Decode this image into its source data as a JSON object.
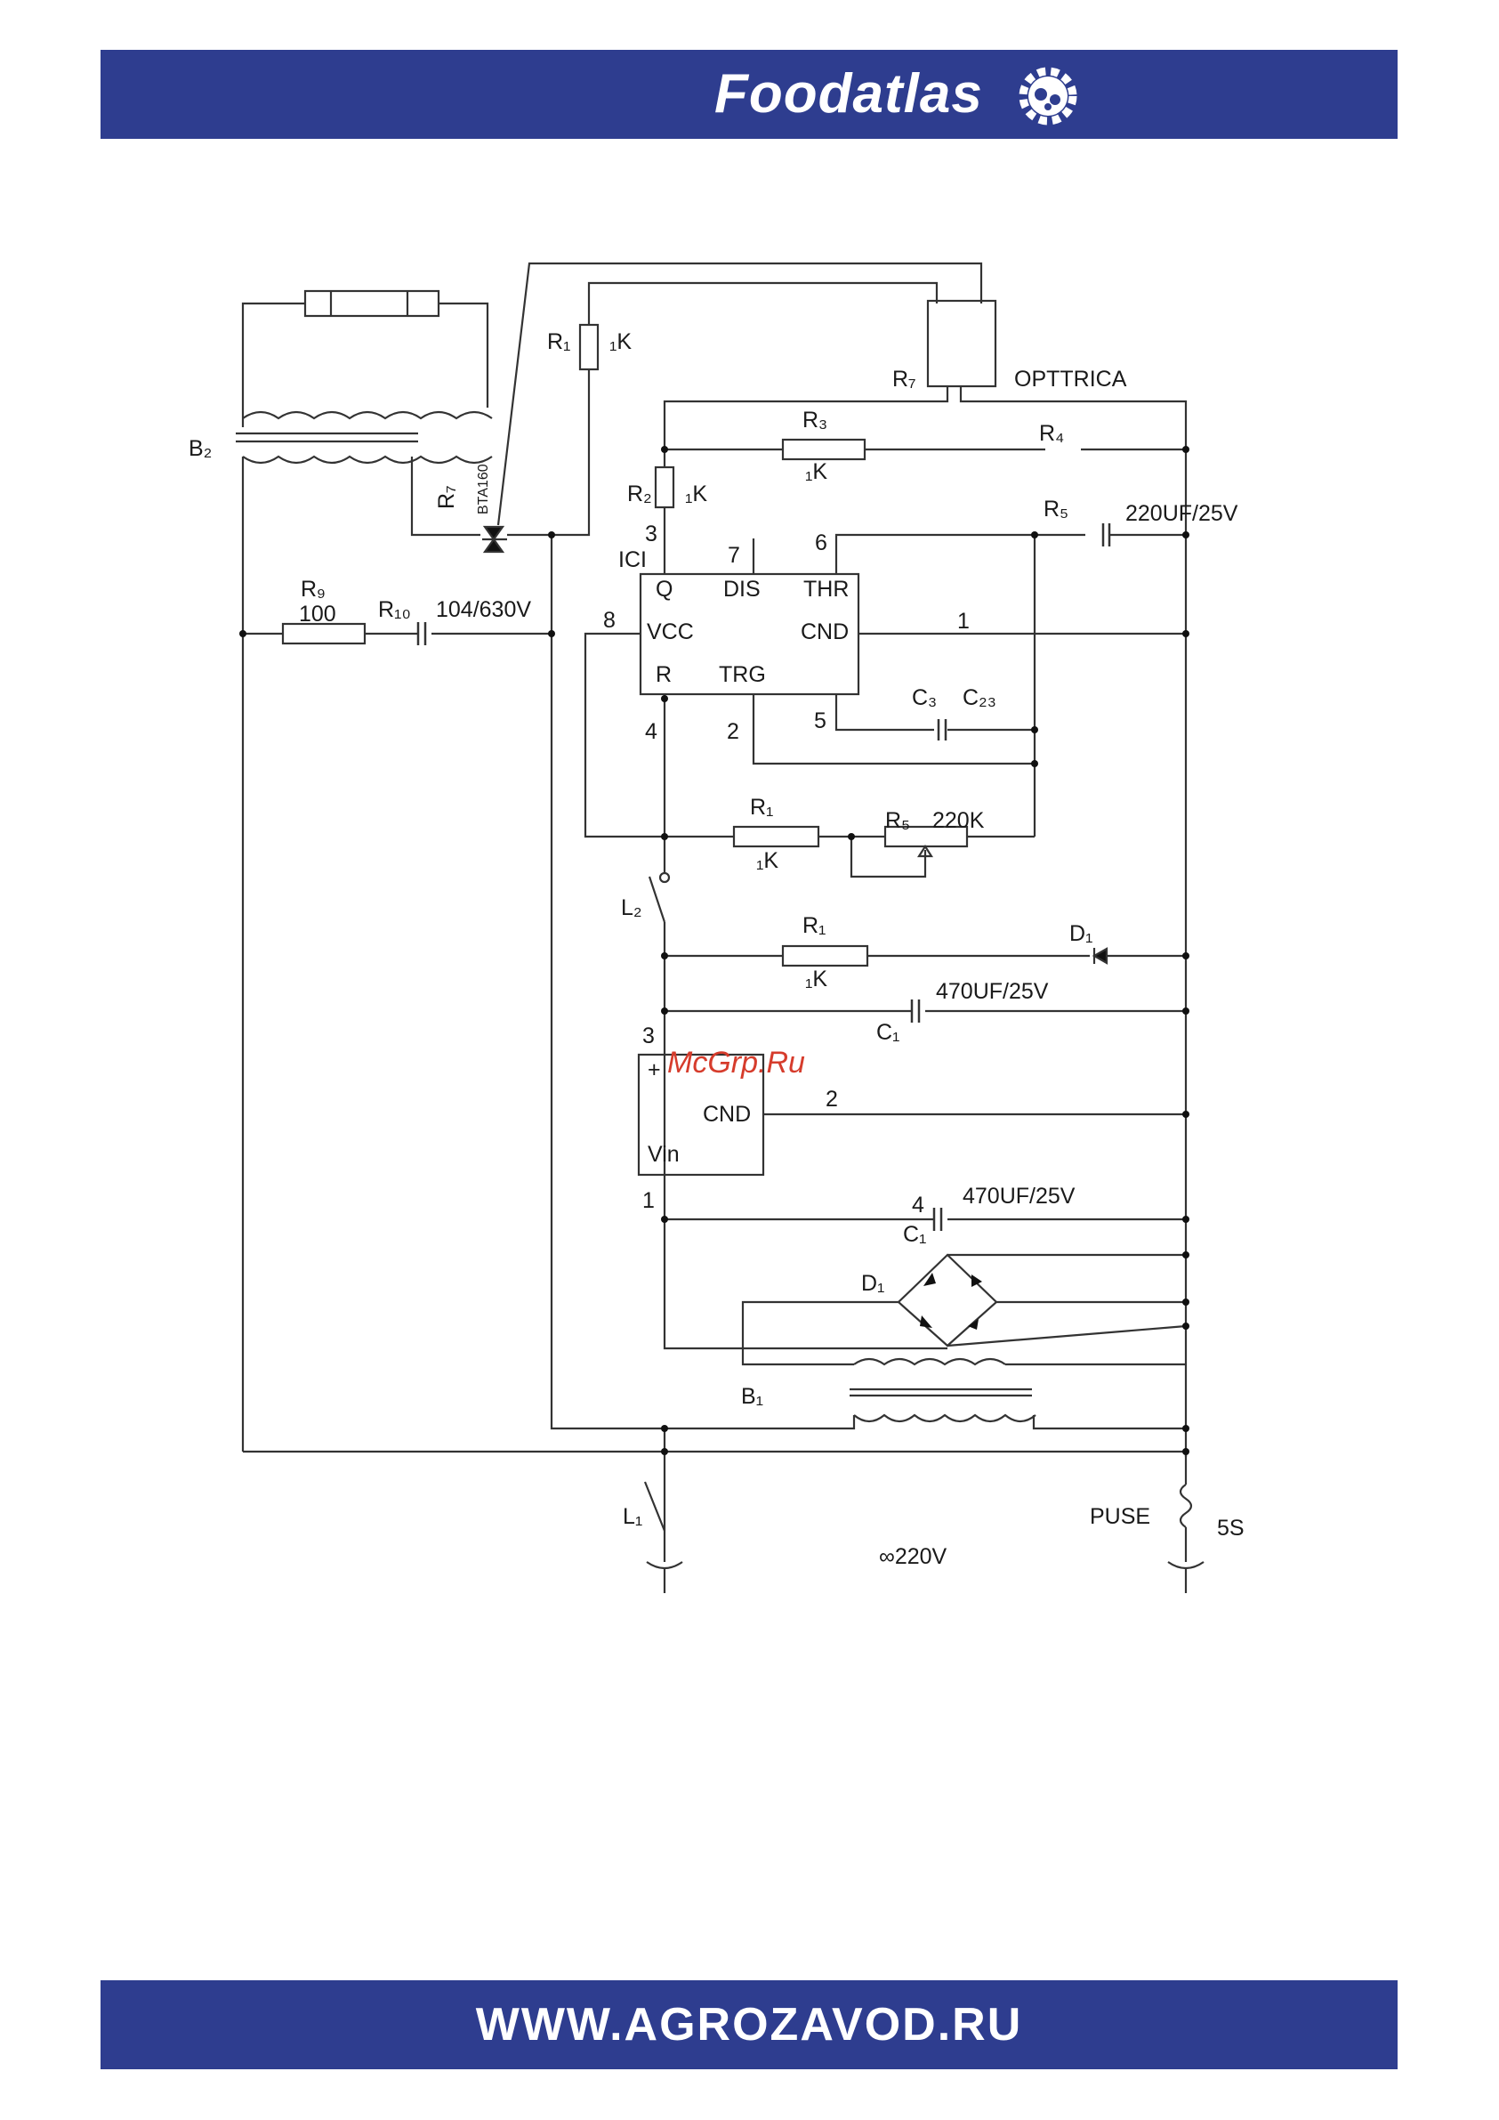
{
  "header": {
    "brand": "Foodatlas"
  },
  "footer": {
    "url": "WWW.AGROZAVOD.RU"
  },
  "watermark": "McGrp.Ru",
  "colors": {
    "banner": "#2e3d8f",
    "text": "#ffffff",
    "watermark": "#d63c2c",
    "wire": "#333333"
  },
  "labels": {
    "b2": "B₂",
    "r7a": "R₇",
    "bta": "BTA160",
    "r1k_top": "R₁",
    "r1k_top_val": "₁K",
    "r7b": "R₇",
    "opttrica": "OPTTRICA",
    "r3": "R₃",
    "r3_val": "₁K",
    "r4": "R₄",
    "r2": "R₂",
    "r2_val": "₁K",
    "r5a": "R₅",
    "cap1": "220UF/25V",
    "p3": "3",
    "p7": "7",
    "p6": "6",
    "ici": "ICI",
    "q": "Q",
    "dis": "DIS",
    "thr": "THR",
    "r9": "R₉",
    "r9_val": "100",
    "r10": "R₁₀",
    "cap2": "104/630V",
    "p8": "8",
    "vcc": "VCC",
    "cnd1": "CND",
    "p1a": "1",
    "r": "R",
    "trg": "TRG",
    "c3": "C₃",
    "c23": "C₂₃",
    "p4": "4",
    "p2a": "2",
    "p5": "5",
    "r1b": "R₁",
    "r1b_val": "₁K",
    "r5b": "R₅",
    "r5b_val": "220K",
    "l2": "L₂",
    "r1c": "R₁",
    "r1c_val": "₁K",
    "d1a": "D₁",
    "cap3": "470UF/25V",
    "c1a": "C₁",
    "p3b": "3",
    "plus": "+",
    "cnd2": "CND",
    "p2b": "2",
    "vin": "Vin",
    "p1b": "1",
    "p4b": "4",
    "cap4": "470UF/25V",
    "c1b": "C₁",
    "d1b": "D₁",
    "b1": "B₁",
    "l1": "L₁",
    "v220": "∞220V",
    "puse": "PUSE",
    "s5": "5S"
  }
}
